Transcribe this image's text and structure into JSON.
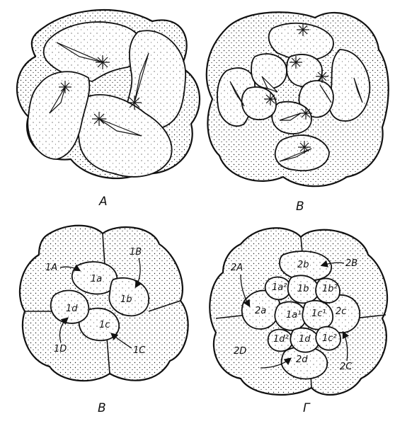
{
  "panels": {
    "A": {
      "label": "A"
    },
    "B": {
      "label": "B"
    },
    "V": {
      "label": "В"
    },
    "G": {
      "label": "Г"
    }
  },
  "panel_b_labels": {
    "l1A": "1A",
    "l1a": "1a",
    "l1B": "1B",
    "l1b": "1b",
    "l1d": "1d",
    "l1c": "1c",
    "l1D": "1D",
    "l1C": "1C"
  },
  "panel_g_labels": {
    "l2A": "2A",
    "l2b": "2b",
    "l2B": "2B",
    "l1a2": "1a²",
    "l1b": "1b",
    "l1b2": "1b²",
    "l2a": "2a",
    "l1a1": "1a¹",
    "l1c1": "1c¹",
    "l2c": "2c",
    "l1d2": "1d²",
    "l1d1": "1d",
    "l1c2": "1c²",
    "l2D": "2D",
    "l2d": "2d",
    "l2C": "2C"
  }
}
